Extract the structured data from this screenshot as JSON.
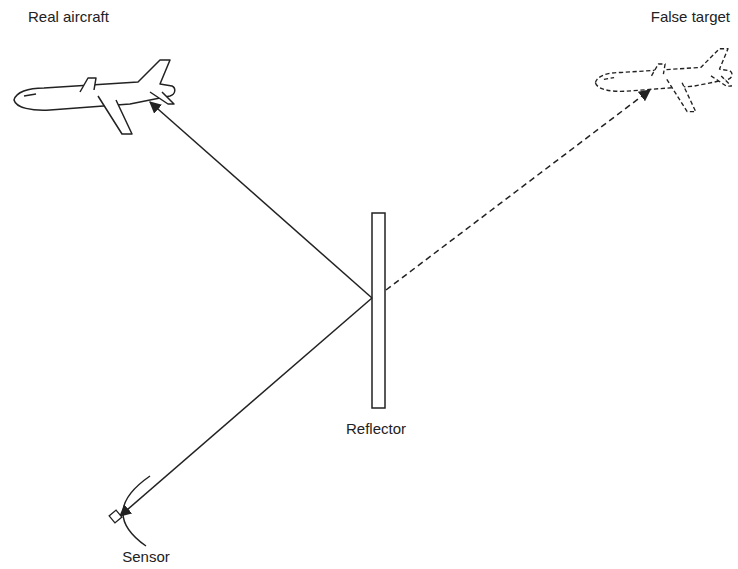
{
  "diagram": {
    "labels": [
      "Real aircraft",
      "False target",
      "Reflector",
      "Sensor"
    ]
  }
}
